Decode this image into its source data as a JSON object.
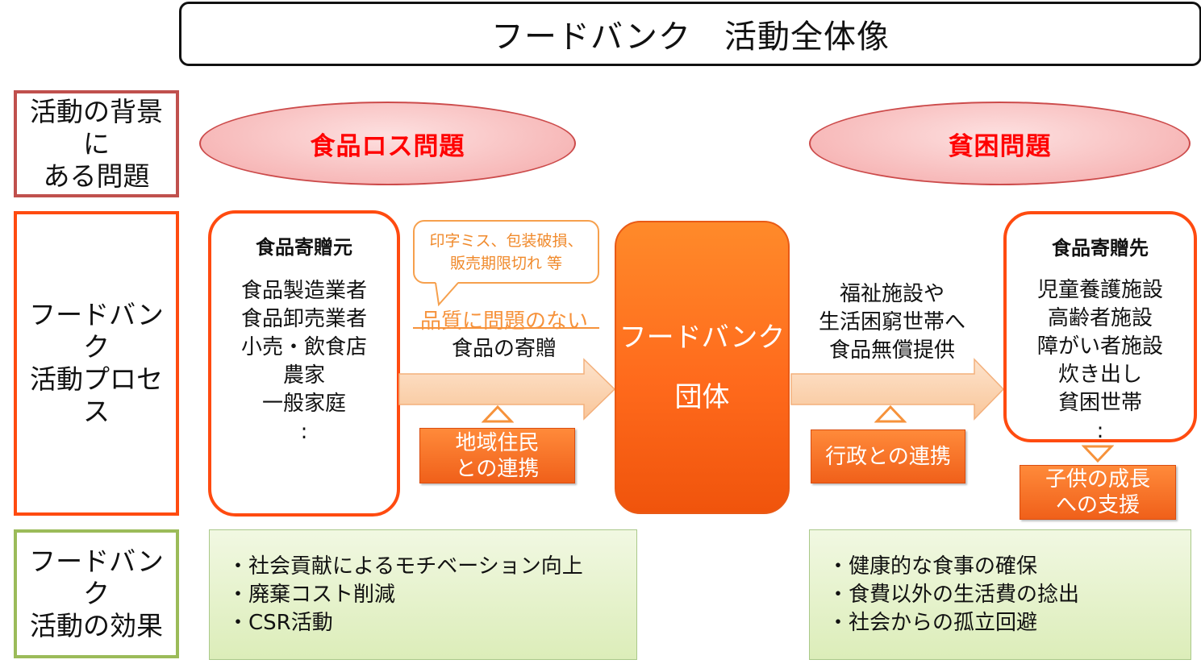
{
  "title": "フードバンク　活動全体像",
  "categories": {
    "background": [
      "活動の背景に",
      "ある問題"
    ],
    "process": [
      "フードバンク",
      "活動プロセス"
    ],
    "effect": [
      "フードバンク",
      "活動の効果"
    ]
  },
  "problems": {
    "food_loss": "食品ロス問題",
    "poverty": "貧困問題"
  },
  "donors": {
    "heading": "食品寄贈元",
    "items": [
      "食品製造業者",
      "食品卸売業者",
      "小売・飲食店",
      "農家",
      "一般家庭",
      ":"
    ]
  },
  "bubble": [
    "印字ミス、包装破損、",
    "販売期限切れ 等"
  ],
  "donation": {
    "quality": "品質に問題のない",
    "label": "食品の寄贈"
  },
  "food_bank": [
    "フードバンク",
    "団体"
  ],
  "supply": [
    "福祉施設や",
    "生活困窮世帯へ",
    "食品無償提供"
  ],
  "recipients": {
    "heading": "食品寄贈先",
    "items": [
      "児童養護施設",
      "高齢者施設",
      "障がい者施設",
      "炊き出し",
      "貧困世帯",
      ":"
    ]
  },
  "tags": {
    "local": [
      "地域住民",
      "との連携"
    ],
    "admin": "行政との連携",
    "child": [
      "子供の成長",
      "への支援"
    ]
  },
  "effects": {
    "donor_side": [
      "・社会貢献によるモチベーション向上",
      "・廃棄コスト削減",
      "・CSR活動"
    ],
    "recipient_side": [
      "・健康的な食事の確保",
      "・食費以外の生活費の捻出",
      "・社会からの孤立回避"
    ]
  },
  "colors": {
    "orange_accent": "#ff4b10",
    "problem_text": "#ff0000",
    "bubble_text": "#f08a2c",
    "arrow_fill": "#fbd3b0",
    "effect_fill": "#e4f1c8"
  }
}
